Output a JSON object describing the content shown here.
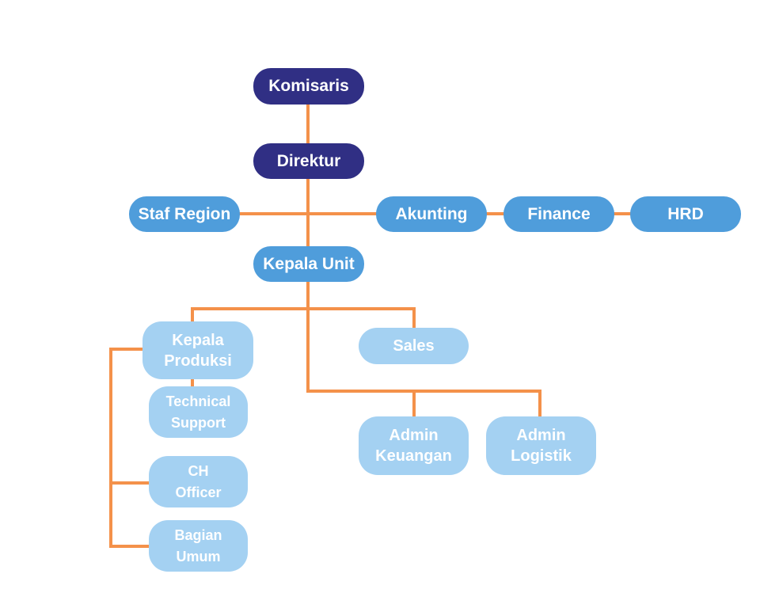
{
  "colors": {
    "connector": "#f4914a",
    "level1": "#302f84",
    "level2": "#4f9ddb",
    "level3": "#a4d1f2",
    "text": "#ffffff"
  },
  "nodes": {
    "komisaris": "Komisaris",
    "direktur": "Direktur",
    "staf_region": "Staf Region",
    "akunting": "Akunting",
    "finance": "Finance",
    "hrd": "HRD",
    "kepala_unit": "Kepala Unit",
    "kepala_produksi": [
      "Kepala",
      "Produksi"
    ],
    "sales": "Sales",
    "technical_support": [
      "Technical",
      "Support"
    ],
    "admin_keuangan": [
      "Admin",
      "Keuangan"
    ],
    "admin_logistik": [
      "Admin",
      "Logistik"
    ],
    "ch_officer": [
      "CH",
      "Officer"
    ],
    "bagian_umum": [
      "Bagian",
      "Umum"
    ]
  }
}
